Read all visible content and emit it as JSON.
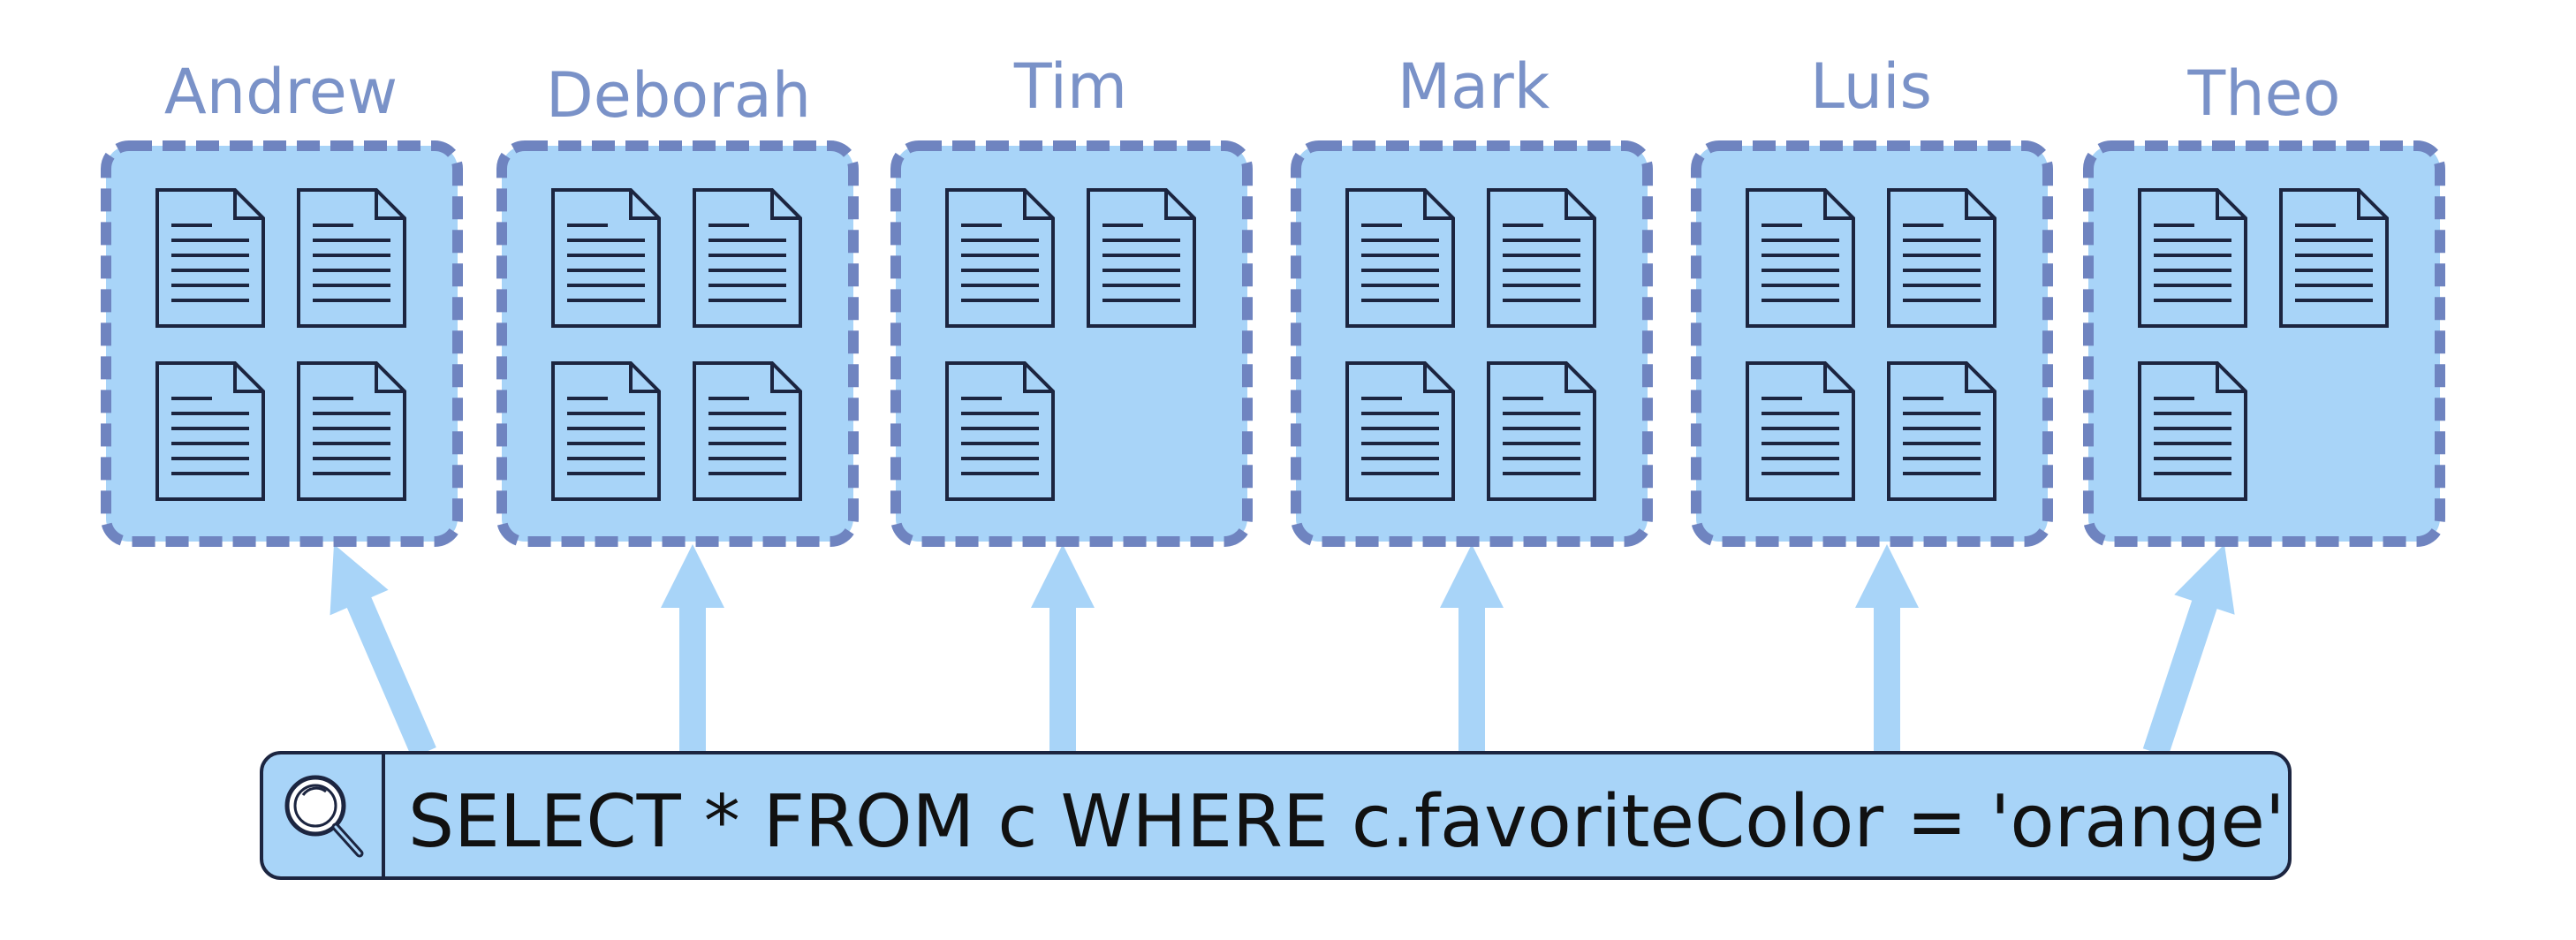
{
  "partitions": [
    {
      "name": "Andrew",
      "documents": 4
    },
    {
      "name": "Deborah",
      "documents": 4
    },
    {
      "name": "Tim",
      "documents": 3
    },
    {
      "name": "Mark",
      "documents": 4
    },
    {
      "name": "Luis",
      "documents": 4
    },
    {
      "name": "Theo",
      "documents": 3
    }
  ],
  "query": {
    "icon": "magnifier-icon",
    "text": "SELECT * FROM c WHERE c.favoriteColor = 'orange'"
  },
  "colors": {
    "box_fill": "#a8d4f8",
    "box_border": "#6f84c0",
    "label": "#7a92c8",
    "arrow": "#a8d4f8",
    "doc_stroke": "#1c2540"
  }
}
